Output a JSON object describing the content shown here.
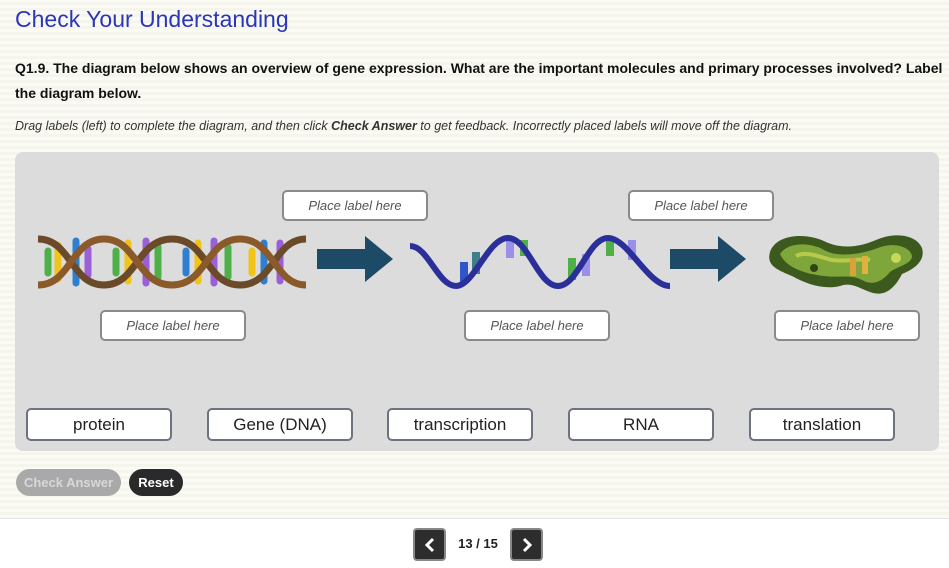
{
  "header": {
    "title": "Check Your Understanding"
  },
  "question": {
    "text": "Q1.9. The diagram below shows an overview of gene expression. What are the important molecules and primary processes involved? Label the diagram below."
  },
  "instructions": {
    "before": "Drag labels (left) to complete the diagram, and then click ",
    "emphasis": "Check Answer",
    "after": " to get feedback. Incorrectly placed labels will move off the diagram."
  },
  "dropzones": [
    "Place label here",
    "Place label here",
    "Place label here",
    "Place label here",
    "Place label here"
  ],
  "labels": [
    "protein",
    "Gene (DNA)",
    "transcription",
    "RNA",
    "translation"
  ],
  "buttons": {
    "check": "Check Answer",
    "reset": "Reset"
  },
  "pagination": {
    "text": "13 / 15"
  },
  "icons": {
    "arrow": "right-arrow-icon",
    "prev": "chevron-left-icon",
    "next": "chevron-right-icon"
  },
  "colors": {
    "title": "#2a36b8",
    "panel": "#dcdcdc",
    "arrow": "#1d4a66",
    "reset": "#2a2a2a"
  }
}
